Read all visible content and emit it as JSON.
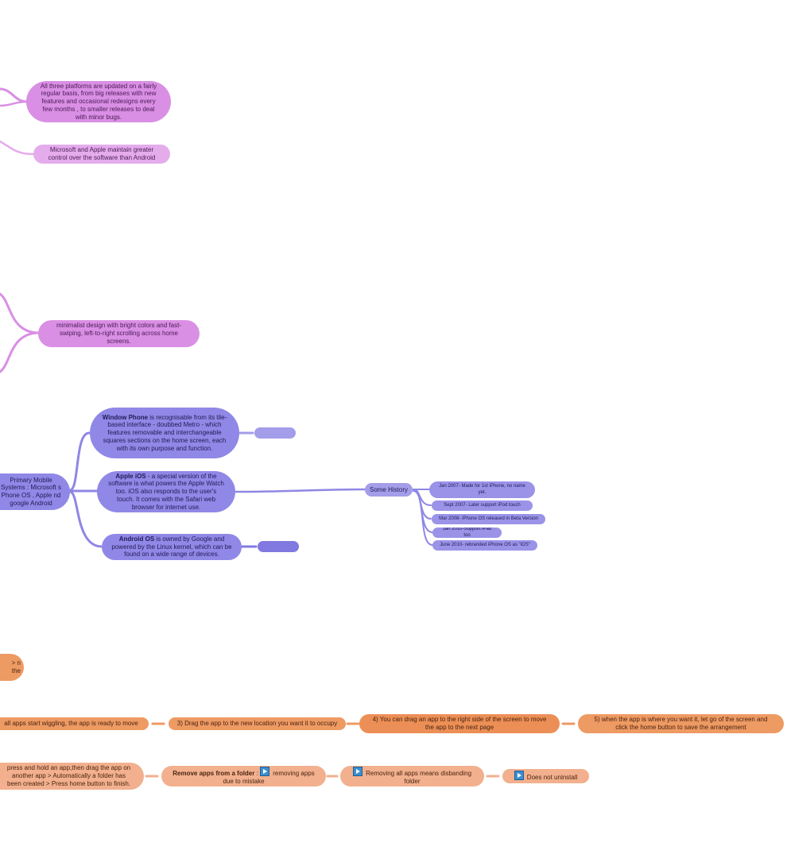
{
  "colors": {
    "pink_branch": "#d98fe4",
    "purple_branch": "#8f87e4",
    "orange_branch": "#ee9a63"
  },
  "pink": {
    "updates": "All three platforms are updated on a fairly regular basis, from big releases with new features and occasional redesigns every few months , to smaller releases to deal with minor bugs.",
    "control": "Microsoft and Apple maintain greater control over the software than Android",
    "minimalist": "minimalist design with bright colors and fast-swiping, left-to-right scrolling across home screens."
  },
  "purple": {
    "root_text": "Primary Mobile Systems : Microsoft s Phone OS , Apple nd google Android",
    "windows": {
      "bold": "Window Phone",
      "rest": " is recognisable from its tile-based interface - doubbed Metro - which features removable and interchangeable squares sections on the home screen, each with its own purpose and function."
    },
    "ios": {
      "bold": "Apple iOS",
      "rest": " - a special version of the software is what powers the Apple Watch too. iOS also responds to the user's touch. It comes with the Safari web browser for internet use."
    },
    "android": {
      "bold": "Android OS",
      "rest": " is owned by Google and powered by the Linux kernel, which can be found on a wide range of devices."
    },
    "history_label": "Some History",
    "history": [
      "Jan 2007- Made for 1st iPhone, no name yet.",
      "Sept 2007- Later support iPod touch",
      "Mar 2008- iPhone OS released in Beta Version",
      "Jan 2010-Support iPad too",
      "June 2010- rebranded iPhone OS as \"iOS\""
    ]
  },
  "orange": {
    "top_partial": "> n the",
    "step2_partial": "all apps start wiggling, the app is ready to move",
    "step3": "3) Drag the app to the new location you want it to occupy",
    "step4": "4) You can drag an app to the right side of the screen to move the app to the next page",
    "step5": "5) when the app is where you want it, let go of the screen and click the home button to save the arrangement",
    "folder": "press and hold an app,then drag the app on another app > Automatically a folder has been created > Press home button to finish.",
    "remove": {
      "bold": "Remove apps from a folder",
      "rest": " : ",
      "after": " removing apps due to mistake",
      "icon": "play-icon"
    },
    "disband": {
      "text": " Removing all apps means disbanding folder",
      "icon": "play-icon"
    },
    "uninstall": {
      "text": " Does not uninstall",
      "icon": "play-icon"
    }
  }
}
